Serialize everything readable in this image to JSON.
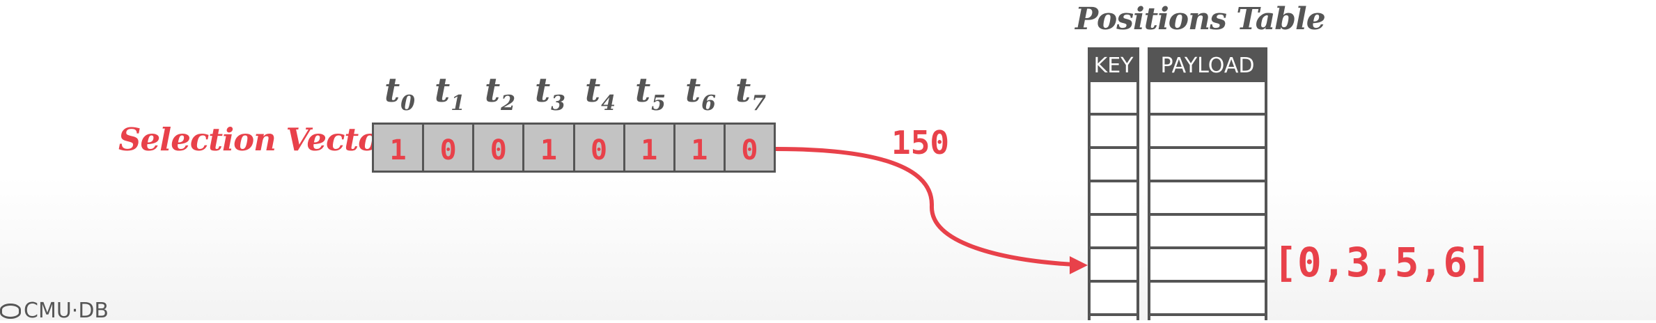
{
  "tuples": [
    {
      "base": "t",
      "sub": "0"
    },
    {
      "base": "t",
      "sub": "1"
    },
    {
      "base": "t",
      "sub": "2"
    },
    {
      "base": "t",
      "sub": "3"
    },
    {
      "base": "t",
      "sub": "4"
    },
    {
      "base": "t",
      "sub": "5"
    },
    {
      "base": "t",
      "sub": "6"
    },
    {
      "base": "t",
      "sub": "7"
    }
  ],
  "selection_vector": {
    "label": "Selection Vector",
    "bits": [
      "1",
      "0",
      "0",
      "1",
      "0",
      "1",
      "1",
      "0"
    ]
  },
  "value_150": "150",
  "positions_table": {
    "title": "Positions Table",
    "key_header": "KEY",
    "payload_header": "PAYLOAD"
  },
  "positions_list": "[0,3,5,6]",
  "logo_text": "CMU·DB",
  "colors": {
    "accent": "#e8414a",
    "dark": "#555555",
    "cell_fill": "#c3c3c3"
  }
}
